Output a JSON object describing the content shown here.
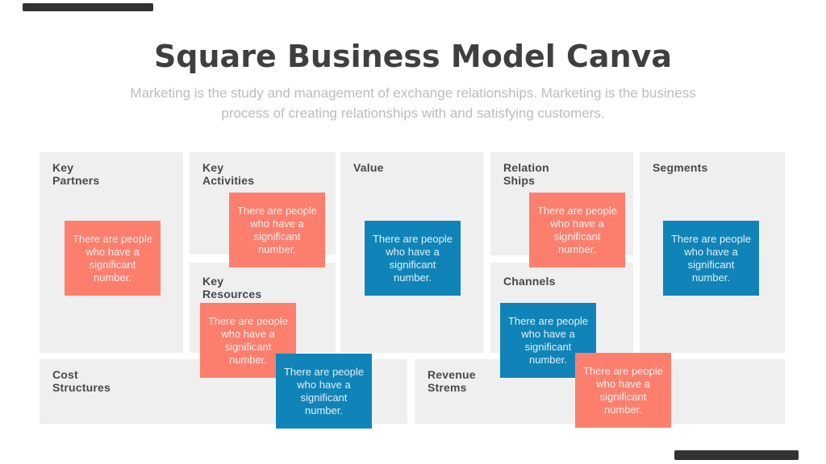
{
  "slide": {
    "title": "Square Business Model Canva",
    "subtitle_lines": [
      "Marketing is the study and management of exchange relationships. Marketing is the business",
      "process of creating relationships with and satisfying customers."
    ]
  },
  "canvas": {
    "sections": [
      {
        "id": "key-partners",
        "lines": [
          "Key",
          "Partners"
        ]
      },
      {
        "id": "key-activities",
        "lines": [
          "Key",
          "Activities"
        ]
      },
      {
        "id": "key-resources",
        "lines": [
          "Key",
          "Resources"
        ]
      },
      {
        "id": "value",
        "lines": [
          "Value"
        ]
      },
      {
        "id": "relation-ships",
        "lines": [
          "Relation",
          "Ships"
        ]
      },
      {
        "id": "channels",
        "lines": [
          "Channels"
        ]
      },
      {
        "id": "segments",
        "lines": [
          "Segments"
        ]
      },
      {
        "id": "cost-structures",
        "lines": [
          "Cost",
          "Structures"
        ]
      },
      {
        "id": "revenue-strems",
        "lines": [
          "Revenue",
          "Strems"
        ]
      }
    ],
    "sticky_note_text": "There are people who have a significant number.",
    "sticky_notes": [
      {
        "section": "Key Partners",
        "color": "salmon"
      },
      {
        "section": "Key Activities",
        "color": "salmon"
      },
      {
        "section": "Key Resources",
        "color": "salmon"
      },
      {
        "section": "Cost Structures",
        "color": "blue"
      },
      {
        "section": "Value",
        "color": "blue"
      },
      {
        "section": "Relation Ships",
        "color": "salmon"
      },
      {
        "section": "Channels",
        "color": "blue"
      },
      {
        "section": "Revenue Strems",
        "color": "salmon"
      },
      {
        "section": "Segments",
        "color": "blue"
      }
    ]
  },
  "colors": {
    "note_salmon": "#fc7f6e",
    "note_blue": "#1084b8",
    "section_background": "#f0efef",
    "title_text": "#3f3f3f",
    "subtitle_text": "#bcbcbc",
    "section_label_text": "#48474c",
    "accent_bar": "#323232"
  }
}
